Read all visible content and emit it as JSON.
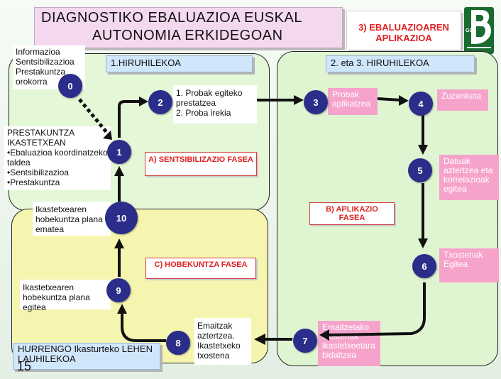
{
  "title": {
    "line1": "DIAGNOSTIKO EBALUAZIOA EUSKAL",
    "line2": "AUTONOMIA ERKIDEGOAN"
  },
  "section_title": "3) EBALUAZIOAREN APLIKAZIOA",
  "logo": {
    "text": "G04",
    "icon": "logo-b-mark"
  },
  "tabs": {
    "first": "1.HIRUHILEKOA",
    "second": "2. eta 3. HIRUHILEKOA",
    "next": "HURRENGO Ikasturteko LEHEN LAUHILEKOA"
  },
  "phases": {
    "a": "A) SENTSIBILIZAZIO FASEA",
    "b": "B) APLIKAZIO FASEA",
    "c": "C) HOBEKUNTZA FASEA"
  },
  "nodes": [
    "0",
    "1",
    "2",
    "3",
    "4",
    "5",
    "6",
    "7",
    "8",
    "9",
    "10"
  ],
  "labels": {
    "n0": "Informazioa Sentsibilizazioa Prestakuntza orokorra",
    "n1_title": "PRESTAKUNTZA IKASTETXEAN",
    "n1_items": [
      "•Ebaluazioa koordinatzeko taldea",
      "•Sentsibilizazioa",
      "•Prestakuntza"
    ],
    "n2_items": [
      "1. Probak egiteko prestatzea",
      "2. Proba irekia"
    ],
    "n3": "Probak aplikatzea",
    "n4": "Zuzenketa",
    "n5": "Datuak aztertzea eta korrelazioak egitea",
    "n6": "Txostenak Egitea",
    "n7": "Emaitzetako txostenak ikastetxeetara bidaltzea",
    "n8": "Emaitzak aztertzea. Ikastetxeko txostena",
    "n9": "Ikastetxearen hobekuntza plana egitea",
    "n10": "Ikastetxearen hobekuntza plana ematea"
  },
  "page_number": "15",
  "colors": {
    "node": "#2b2d8a",
    "pink_box": "#f6a3cc",
    "phase_text": "#e02020",
    "panel_green": "#e4f7d6",
    "panel_yellow": "#f6f5b0",
    "tab_blue": "#d0e6fb"
  }
}
